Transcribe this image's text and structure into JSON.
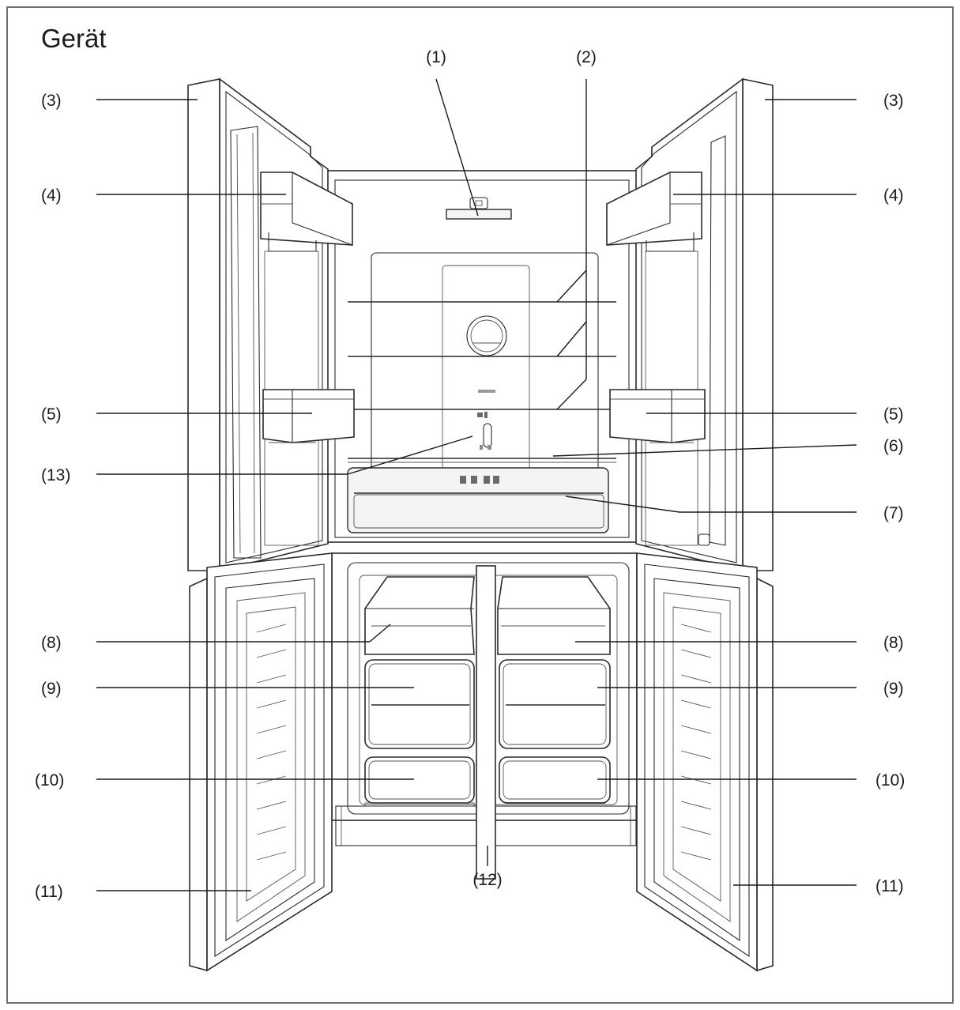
{
  "title": "Gerät",
  "labels": {
    "l1": "(1)",
    "l2": "(2)",
    "l3": "(3)",
    "l4": "(4)",
    "l5": "(5)",
    "l6": "(6)",
    "l7": "(7)",
    "l8": "(8)",
    "l9": "(9)",
    "l10": "(10)",
    "l11": "(11)",
    "l12": "(12)",
    "l13": "(13)"
  }
}
